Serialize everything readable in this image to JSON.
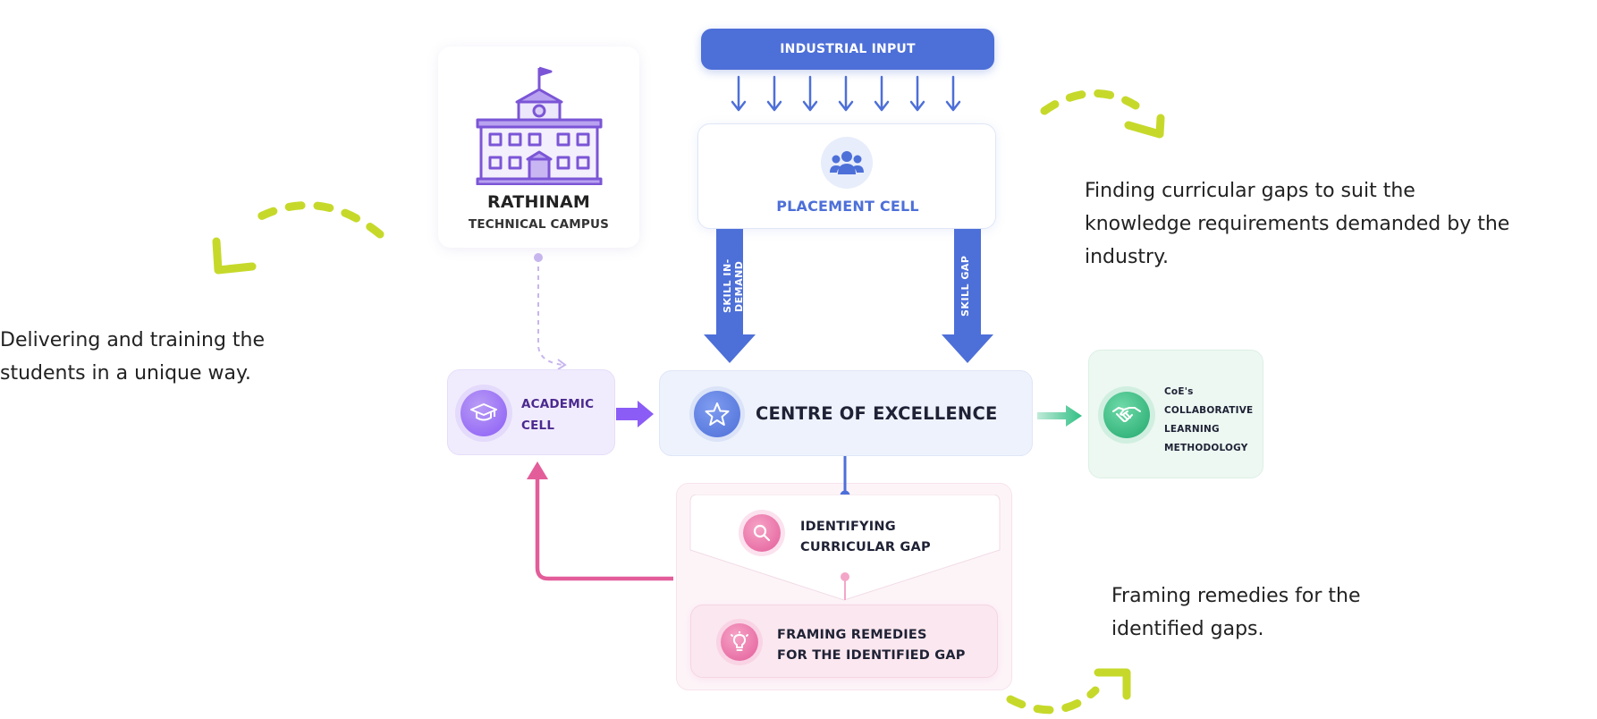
{
  "notes": {
    "left": [
      "Delivering and training the",
      "students in a unique way."
    ],
    "top_right": [
      "Finding curricular gaps to suit the",
      "knowledge requirements demanded by the",
      "industry."
    ],
    "bottom_right": [
      "Framing remedies for the",
      "identified gaps."
    ]
  },
  "campus": {
    "name": "RATHINAM",
    "subtitle": "TECHNICAL CAMPUS"
  },
  "industrial_input": "INDUSTRIAL INPUT",
  "placement_cell": "PLACEMENT CELL",
  "arrows": {
    "skill_in_demand": "SKILL IN-DEMAND",
    "skill_gap": "SKILL GAP"
  },
  "academic_cell": [
    "ACADEMIC",
    "CELL"
  ],
  "centre": "CENTRE OF EXCELLENCE",
  "coe": [
    "CoE's",
    "COLLABORATIVE",
    "LEARNING",
    "METHODOLOGY"
  ],
  "identifying": [
    "IDENTIFYING",
    "CURRICULAR GAP"
  ],
  "framing": [
    "FRAMING REMEDIES",
    "FOR THE IDENTIFIED GAP"
  ],
  "colors": {
    "blue": "#4d6fd8",
    "purple": "#8b5cf6",
    "pink": "#e35d9a",
    "green": "#2fbf83",
    "lime": "#c6d92a"
  },
  "icons": [
    "building-icon",
    "people-icon",
    "graduation-cap-icon",
    "star-icon",
    "handshake-icon",
    "search-icon",
    "lightbulb-icon"
  ]
}
